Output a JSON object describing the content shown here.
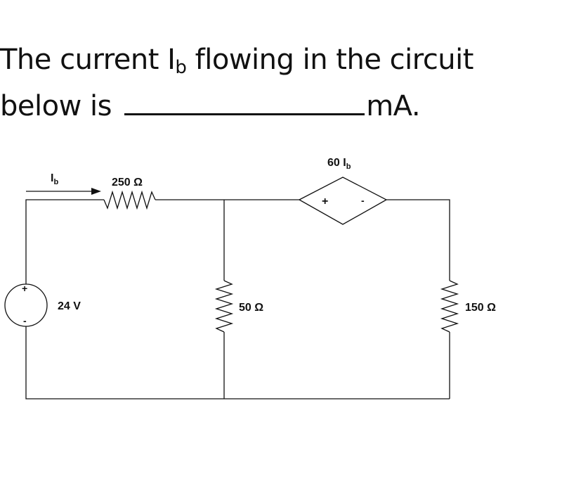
{
  "question": {
    "line1_part1": "The current I",
    "line1_sub": "b",
    "line1_part2": " flowing in the circuit",
    "line2_prefix": "below is ",
    "line2_suffix": "mA."
  },
  "circuit": {
    "current_label": {
      "main": "I",
      "sub": "b"
    },
    "r1": "250 Ω",
    "r2": "50 Ω",
    "r3": "150 Ω",
    "source_voltage": "24 V",
    "source_plus": "+",
    "source_minus": "-",
    "dependent_source": {
      "gain": "60 I",
      "sub": "b",
      "plus": "+",
      "minus": "-"
    }
  }
}
